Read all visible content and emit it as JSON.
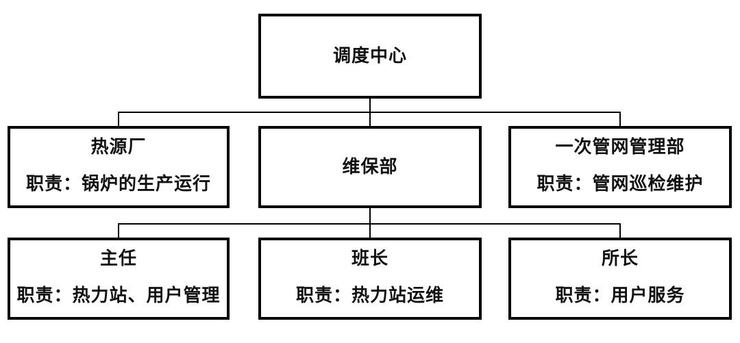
{
  "diagram": {
    "type": "org-chart",
    "colors": {
      "background": "#ffffff",
      "border": "#000000",
      "connector": "#000000",
      "text": "#111111"
    },
    "nodes": {
      "root": {
        "title": "调度中心"
      },
      "level2": [
        {
          "title": "热源厂",
          "duty": "职责：锅炉的生产运行"
        },
        {
          "title": "维保部"
        },
        {
          "title": "一次管网管理部",
          "duty": "职责：管网巡检维护"
        }
      ],
      "level3": [
        {
          "title": "主任",
          "duty": "职责：热力站、用户管理"
        },
        {
          "title": "班长",
          "duty": "职责：热力站运维"
        },
        {
          "title": "所长",
          "duty": "职责：用户服务"
        }
      ]
    },
    "edges": [
      {
        "from": "调度中心",
        "to": "热源厂"
      },
      {
        "from": "调度中心",
        "to": "维保部"
      },
      {
        "from": "调度中心",
        "to": "一次管网管理部"
      },
      {
        "from": "维保部",
        "to": "主任"
      },
      {
        "from": "维保部",
        "to": "班长"
      },
      {
        "from": "维保部",
        "to": "所长"
      }
    ]
  }
}
